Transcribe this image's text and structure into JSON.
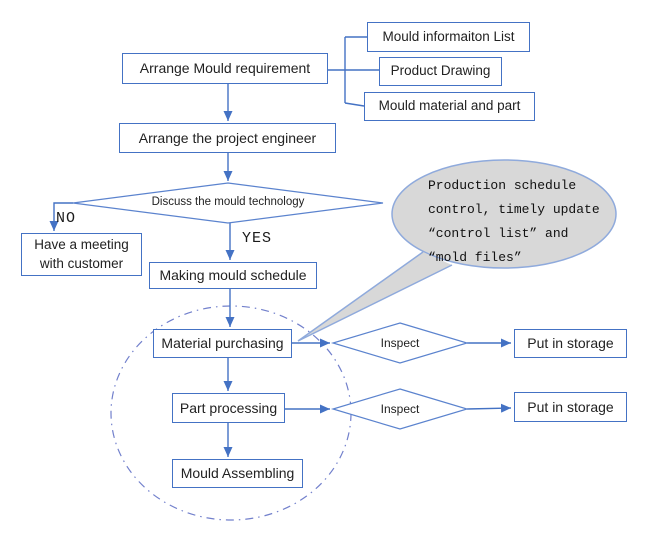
{
  "flow": {
    "boxes": {
      "arrange_mould_requirement": "Arrange Mould requirement",
      "mould_information_list": "Mould informaiton List",
      "product_drawing": "Product Drawing",
      "mould_material_and_part": "Mould material and part",
      "arrange_project_engineer": "Arrange the project engineer",
      "have_meeting_with_customer": "Have a meeting with customer",
      "making_mould_schedule": "Making mould schedule",
      "material_purchasing": "Material purchasing",
      "put_in_storage_1": "Put in storage",
      "part_processing": "Part processing",
      "put_in_storage_2": "Put in storage",
      "mould_assembling": "Mould Assembling"
    },
    "decisions": {
      "discuss_mould_technology": "Discuss the mould technology",
      "inspect_1": "Inspect",
      "inspect_2": "Inspect"
    },
    "edge_labels": {
      "no": "NO",
      "yes": "YES"
    },
    "callout": {
      "lines": {
        "0": "Production schedule",
        "1": "control, timely update",
        "2": "“control list” and",
        "3": "“mold files”"
      }
    },
    "colors": {
      "connector_blue": "#4472C4",
      "shape_border_blue": "#5B83CE",
      "callout_fill": "#D8D8D8",
      "callout_border": "#8FAADC",
      "group_circle": "#7280CC",
      "text": "#222222"
    }
  }
}
